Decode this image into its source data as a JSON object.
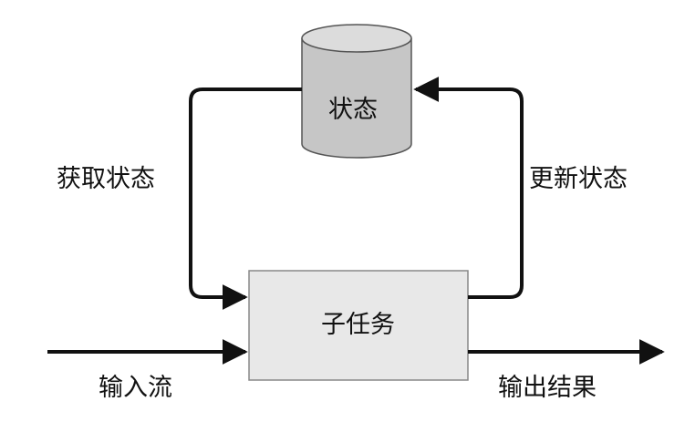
{
  "diagram": {
    "state_store": {
      "label": "状态"
    },
    "subtask": {
      "label": "子任务"
    },
    "edges": {
      "get_state": {
        "label": "获取状态"
      },
      "update_state": {
        "label": "更新状态"
      },
      "input_stream": {
        "label": "输入流"
      },
      "output_result": {
        "label": "输出结果"
      }
    }
  }
}
